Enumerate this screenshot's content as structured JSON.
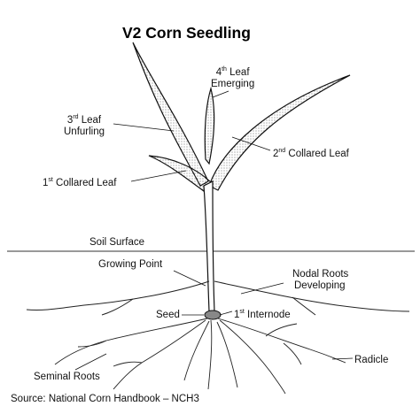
{
  "title": "V2 Corn Seedling",
  "labels": {
    "fourth_leaf_num": "4",
    "fourth_leaf_sup": "th",
    "fourth_leaf_rest": " Leaf",
    "fourth_leaf_line2": "Emerging",
    "third_leaf_num": "3",
    "third_leaf_sup": "rd",
    "third_leaf_rest": " Leaf",
    "third_leaf_line2": "Unfurling",
    "second_collared_num": "2",
    "second_collared_sup": "nd",
    "second_collared_rest": " Collared Leaf",
    "first_collared_num": "1",
    "first_collared_sup": "st",
    "first_collared_rest": " Collared Leaf",
    "soil_surface": "Soil Surface",
    "growing_point": "Growing Point",
    "nodal_roots_line1": "Nodal Roots",
    "nodal_roots_line2": "Developing",
    "seed": "Seed",
    "first_internode_num": "1",
    "first_internode_sup": "st",
    "first_internode_rest": " Internode",
    "radicle": "Radicle",
    "seminal_roots": "Seminal Roots"
  },
  "source": "Source: National Corn Handbook – NCH3"
}
